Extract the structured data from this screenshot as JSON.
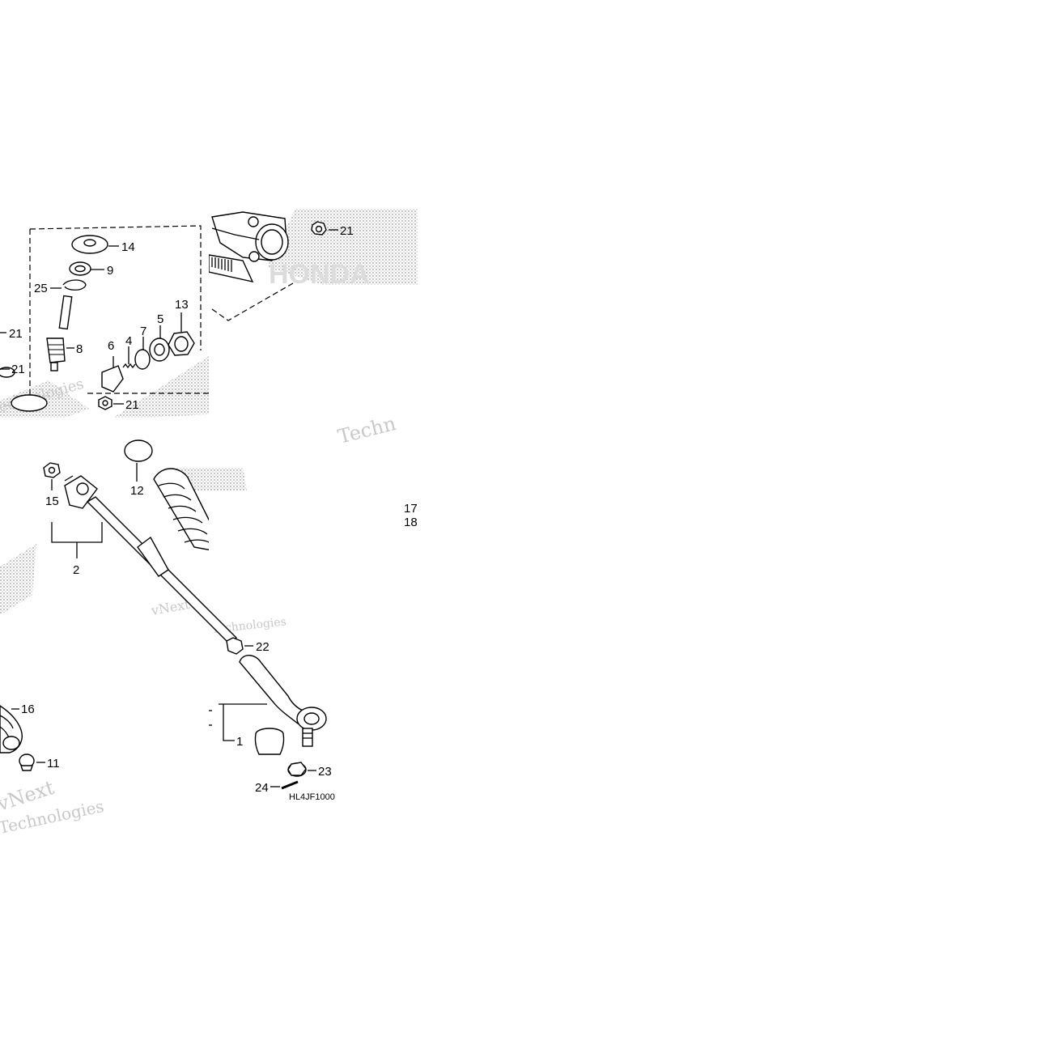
{
  "diagram": {
    "code": "HL4JF1000",
    "brand_watermark": "HONDA",
    "watermarks": [
      "vNext",
      "Technologies",
      "Techn"
    ],
    "callouts": {
      "c14": "14",
      "c9": "9",
      "c25": "25",
      "c8": "8",
      "c21a": "21",
      "c21b": "21",
      "c21c": "21",
      "c21d": "21",
      "c13": "13",
      "c5": "5",
      "c7": "7",
      "c4": "4",
      "c6": "6",
      "c12": "12",
      "c15": "15",
      "c2": "2",
      "c17": "17",
      "c18": "18",
      "c22": "22",
      "c16": "16",
      "c11": "11",
      "c1": "1",
      "c23": "23",
      "c24": "24"
    }
  }
}
